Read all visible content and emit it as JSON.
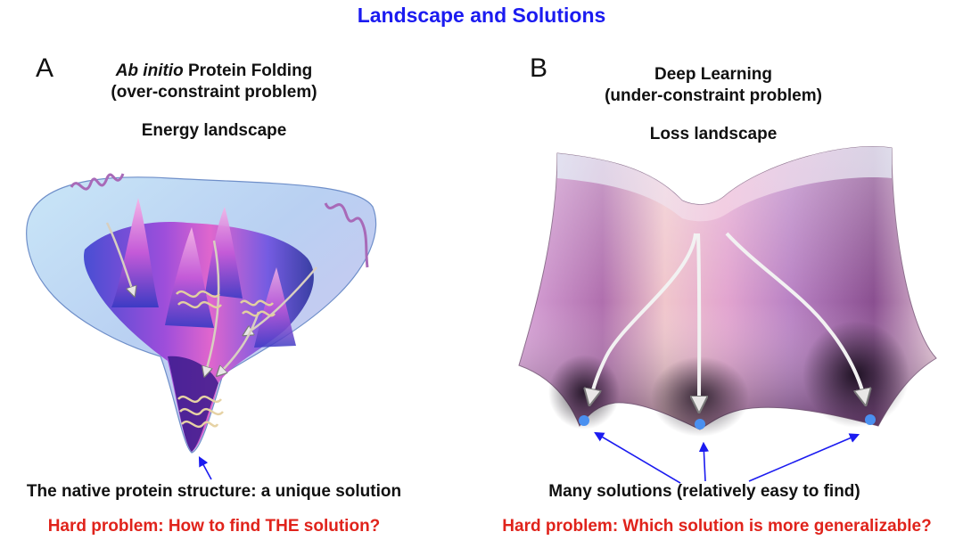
{
  "title": "Landscape and Solutions",
  "panel_a": {
    "letter": "A",
    "heading_italic": "Ab initio",
    "heading_rest": " Protein Folding",
    "heading_line2": "(over-constraint problem)",
    "landscape_label": "Energy landscape",
    "caption": "The native protein structure: a unique solution",
    "problem": "Hard problem: How to find THE solution?"
  },
  "panel_b": {
    "letter": "B",
    "heading_line1": "Deep Learning",
    "heading_line2": "(under-constraint problem)",
    "landscape_label": "Loss landscape",
    "caption": "Many solutions (relatively easy to find)",
    "problem": "Hard problem: Which solution is more generalizable?"
  },
  "colors": {
    "title": "#1b1bf0",
    "problem_text": "#e0231b",
    "arrow": "#1b1bf0",
    "solution_dot": "#4a90f0"
  }
}
